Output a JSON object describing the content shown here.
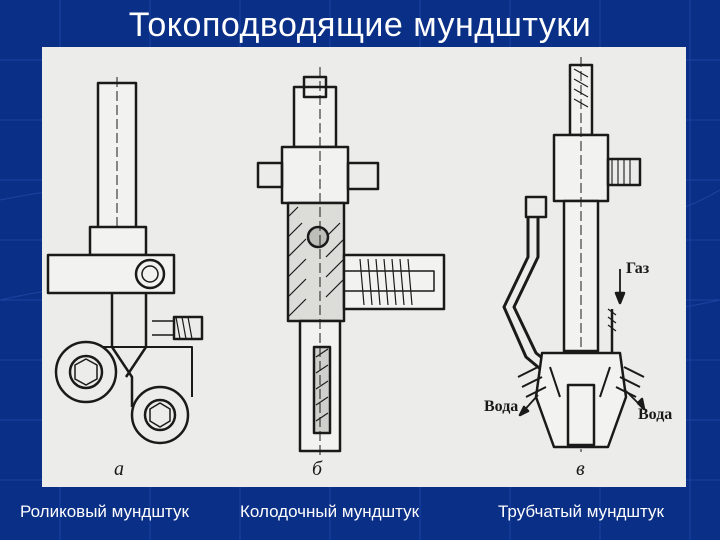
{
  "slide": {
    "title": "Токоподводящие мундштуки",
    "captions": [
      "Роликовый мундштук",
      "Колодочный мундштук",
      "Трубчатый мундштук"
    ]
  },
  "figure": {
    "sub_labels": [
      "а",
      "б",
      "в"
    ],
    "annotations": {
      "gas": "Газ",
      "water_left": "Вода",
      "water_right": "Вода"
    }
  },
  "colors": {
    "background": "#0a2f86",
    "panel": "#ececea",
    "ink": "#1a1a1a",
    "text": "#ffffff"
  }
}
